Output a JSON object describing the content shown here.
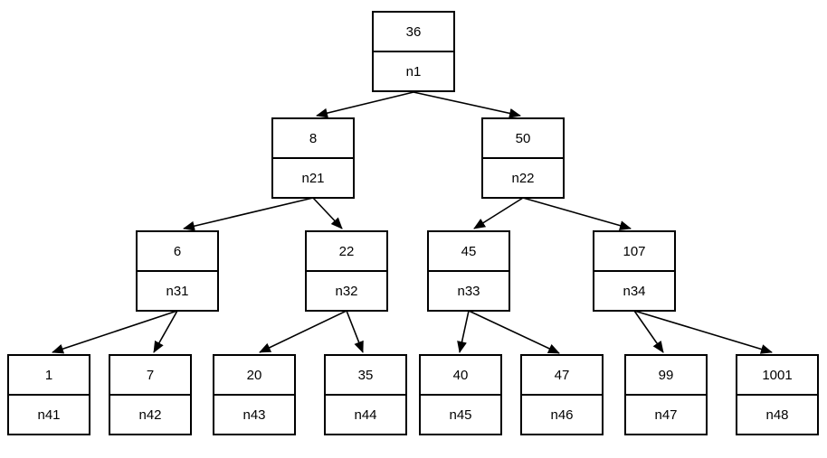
{
  "diagram": {
    "type": "binary-tree",
    "colors": {
      "stroke": "#000000",
      "fill": "#ffffff"
    },
    "nodes": [
      {
        "id": "n1",
        "value": "36",
        "label": "n1"
      },
      {
        "id": "n21",
        "value": "8",
        "label": "n21"
      },
      {
        "id": "n22",
        "value": "50",
        "label": "n22"
      },
      {
        "id": "n31",
        "value": "6",
        "label": "n31"
      },
      {
        "id": "n32",
        "value": "22",
        "label": "n32"
      },
      {
        "id": "n33",
        "value": "45",
        "label": "n33"
      },
      {
        "id": "n34",
        "value": "107",
        "label": "n34"
      },
      {
        "id": "n41",
        "value": "1",
        "label": "n41"
      },
      {
        "id": "n42",
        "value": "7",
        "label": "n42"
      },
      {
        "id": "n43",
        "value": "20",
        "label": "n43"
      },
      {
        "id": "n44",
        "value": "35",
        "label": "n44"
      },
      {
        "id": "n45",
        "value": "40",
        "label": "n45"
      },
      {
        "id": "n46",
        "value": "47",
        "label": "n46"
      },
      {
        "id": "n47",
        "value": "99",
        "label": "n47"
      },
      {
        "id": "n48",
        "value": "1001",
        "label": "n48"
      }
    ],
    "edges": [
      [
        "n1",
        "n21"
      ],
      [
        "n1",
        "n22"
      ],
      [
        "n21",
        "n31"
      ],
      [
        "n21",
        "n32"
      ],
      [
        "n22",
        "n33"
      ],
      [
        "n22",
        "n34"
      ],
      [
        "n31",
        "n41"
      ],
      [
        "n31",
        "n42"
      ],
      [
        "n32",
        "n43"
      ],
      [
        "n32",
        "n44"
      ],
      [
        "n33",
        "n45"
      ],
      [
        "n33",
        "n46"
      ],
      [
        "n34",
        "n47"
      ],
      [
        "n34",
        "n48"
      ]
    ]
  }
}
